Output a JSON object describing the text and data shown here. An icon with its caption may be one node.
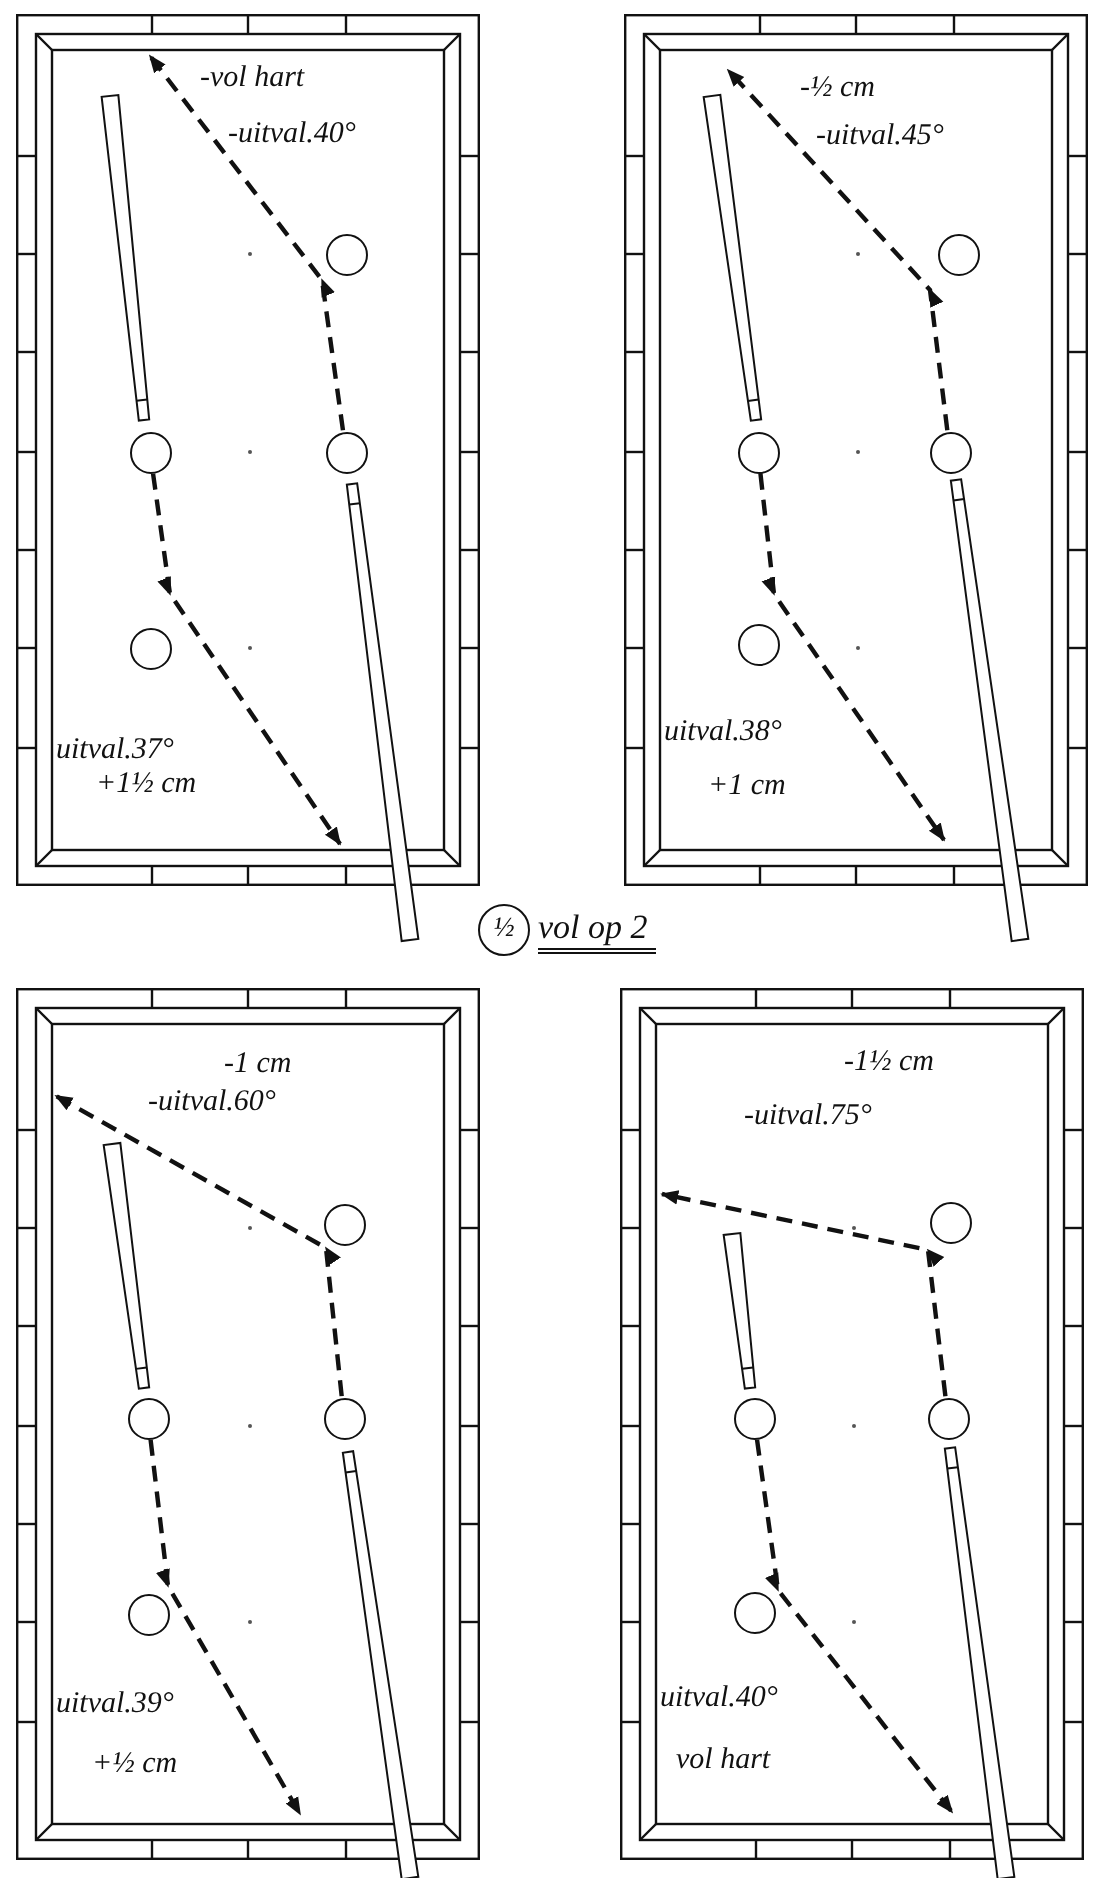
{
  "diagram": {
    "nodes": [
      {
        "text": [
          "-vol hart",
          "-uitval.40°",
          "uitval.37°",
          "+1½ cm"
        ]
      },
      {
        "text": [],
        "shape": "circle",
        "in": 0
      },
      {
        "text": [],
        "shape": "circle",
        "in": 0
      },
      {
        "text": [],
        "shape": "circle",
        "in": 0
      },
      {
        "text": [],
        "shape": "circle",
        "in": 0
      },
      {
        "text": [
          "-½ cm",
          "-uitval.45°",
          "uitval.38°",
          "+1 cm"
        ]
      },
      {
        "text": [],
        "shape": "circle",
        "in": 5
      },
      {
        "text": [],
        "shape": "circle",
        "in": 5
      },
      {
        "text": [],
        "shape": "circle",
        "in": 5
      },
      {
        "text": [],
        "shape": "circle",
        "in": 5
      },
      {
        "text": [
          "½"
        ],
        "beside": [
          "vol op 2"
        ]
      },
      {
        "text": [
          "-1 cm",
          "-uitval.60°",
          "uitval.39°",
          "+½ cm"
        ]
      },
      {
        "text": [],
        "shape": "circle",
        "in": 11
      },
      {
        "text": [],
        "shape": "circle",
        "in": 11
      },
      {
        "text": [],
        "shape": "circle",
        "in": 11
      },
      {
        "text": [],
        "shape": "circle",
        "in": 11
      },
      {
        "text": [
          "-1½ cm",
          "-uitval.75°",
          "uitval.40°",
          "vol hart"
        ]
      },
      {
        "text": [],
        "shape": "circle",
        "in": 16
      },
      {
        "text": [],
        "shape": "circle",
        "in": 16
      },
      {
        "text": [],
        "shape": "circle",
        "in": 16
      },
      {
        "text": [],
        "shape": "circle",
        "in": 16
      }
    ],
    "edges": [
      {
        "from": 2,
        "to": null,
        "arrow": "to",
        "style": "dashed"
      },
      {
        "from": 3,
        "to": null,
        "arrow": "to",
        "style": "dashed"
      },
      {
        "from": 7,
        "to": null,
        "arrow": "to",
        "style": "dashed"
      },
      {
        "from": 8,
        "to": null,
        "arrow": "to",
        "style": "dashed"
      },
      {
        "from": 13,
        "to": null,
        "arrow": "to",
        "style": "dashed"
      },
      {
        "from": 14,
        "to": null,
        "arrow": "to",
        "style": "dashed"
      },
      {
        "from": 18,
        "to": null,
        "arrow": "to",
        "style": "dashed"
      },
      {
        "from": 19,
        "to": null,
        "arrow": "to",
        "style": "dashed"
      }
    ]
  }
}
